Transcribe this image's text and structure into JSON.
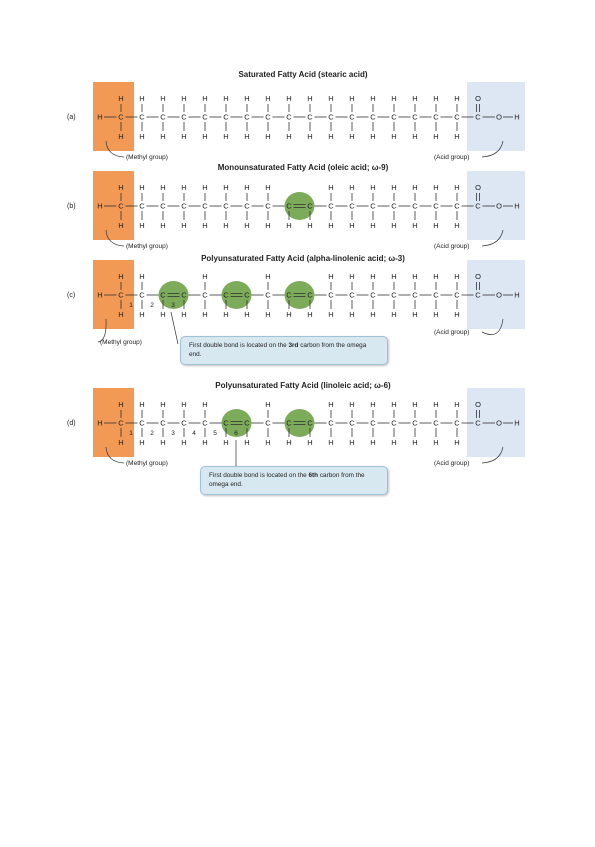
{
  "colors": {
    "methyl_box": "#f29a55",
    "acid_box": "#dde6f3",
    "double_bond": "#7cab5a",
    "note_box": "#d7e8f1",
    "line": "#333333"
  },
  "atoms": {
    "c": "C",
    "h": "H",
    "o": "O"
  },
  "labels": {
    "methyl": "(Methyl group)",
    "acid": "(Acid group)"
  },
  "panels": [
    {
      "label": "(a)",
      "title": "Saturated Fatty Acid (stearic acid)",
      "double_bonds": [],
      "numbers": []
    },
    {
      "label": "(b)",
      "title": "Monounsaturated Fatty Acid (oleic acid; ω-9)",
      "double_bonds": [
        9
      ],
      "numbers": []
    },
    {
      "label": "(c)",
      "title": "Polyunsaturated Fatty Acid (alpha-linolenic acid; ω-3)",
      "double_bonds": [
        3,
        6,
        9
      ],
      "numbers": [
        "1",
        "2",
        "3"
      ],
      "note": {
        "pre": "First double bond is located on the ",
        "bold": "3rd",
        "post": " carbon from the omega end."
      }
    },
    {
      "label": "(d)",
      "title": "Polyunsaturated Fatty Acid (linoleic acid; ω-6)",
      "double_bonds": [
        6,
        9
      ],
      "numbers": [
        "1",
        "2",
        "3",
        "4",
        "5",
        "6"
      ],
      "note": {
        "pre": "First double bond is located on the ",
        "bold": "6th",
        "post": " carbon from the omega end."
      }
    }
  ]
}
